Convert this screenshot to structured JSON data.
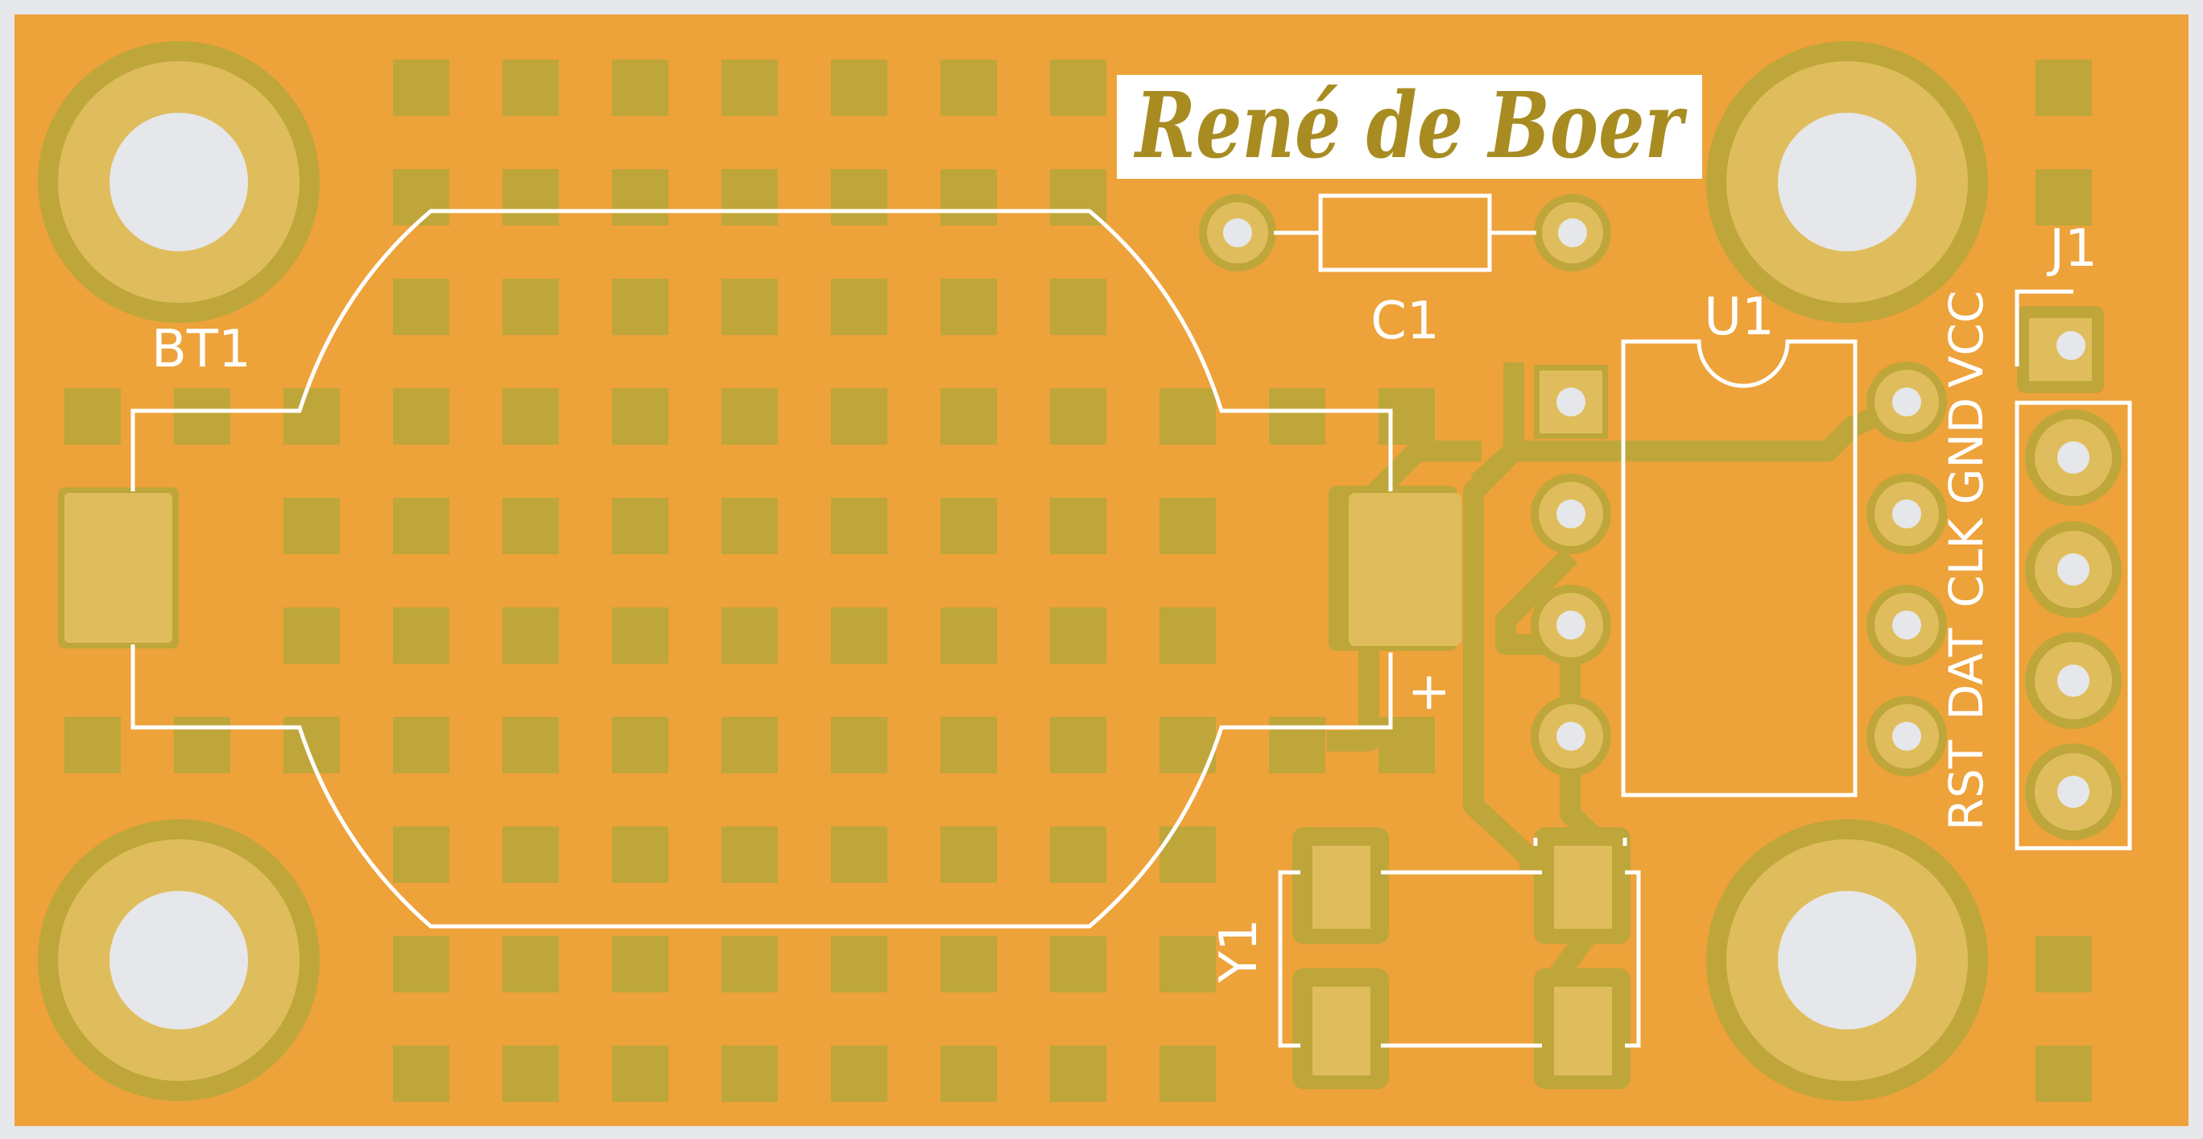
{
  "board": {
    "colors": {
      "background": "#e6e7ea",
      "board": "#eda23a",
      "copper": "#bea63a",
      "pad": "#dfbd5c",
      "hole": "#e6e7ea",
      "silkscreen": "#ffffff",
      "logo_text": "#a88c22"
    },
    "logo": {
      "text": "René de Boer"
    },
    "components": {
      "bt1": {
        "ref": "BT1",
        "polarity": "+"
      },
      "c1": {
        "ref": "C1"
      },
      "u1": {
        "ref": "U1"
      },
      "j1": {
        "ref": "J1",
        "pins": [
          "VCC",
          "GND",
          "CLK",
          "DAT",
          "RST"
        ]
      },
      "y1": {
        "ref": "Y1"
      }
    }
  }
}
